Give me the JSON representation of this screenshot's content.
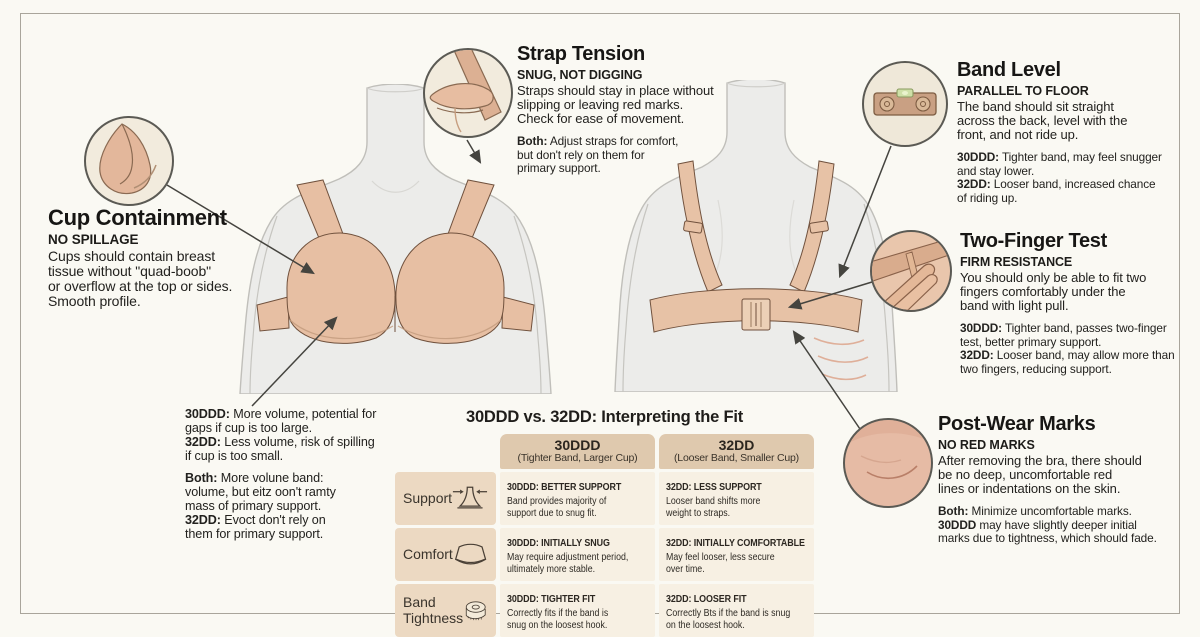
{
  "palette": {
    "background": "#faf9f3",
    "frame_border": "#a9a59b",
    "mannequin_body": "#ececea",
    "bra_tan": "#e7bfa3",
    "line_color": "#45443f",
    "table_header_bg": "#dfc9ae",
    "table_label_bg": "#ecd9c2",
    "table_cell_bg": "#f7f0e3",
    "mark_red": "#dda58c",
    "level_vial_green": "#cfe0a8"
  },
  "icons": {
    "cup_detail": "breast-cup-detail-icon",
    "strap_detail": "strap-pull-detail-icon",
    "band_level": "spirit-level-icon",
    "two_finger": "two-finger-band-icon",
    "skin_marks": "skin-marks-icon",
    "support": "inward-arrows-gore-icon",
    "comfort": "fabric-band-icon",
    "band_tightness": "measuring-tape-icon"
  },
  "callouts": {
    "cup_containment": {
      "title": "Cup Containment",
      "subtitle": "NO SPILLAGE",
      "body": "Cups should contain breast\ntissue without \"quad-boob\"\nor overflow at the top or sides.\nSmooth profile."
    },
    "strap_tension": {
      "title": "Strap Tension",
      "subtitle": "SNUG, NOT DIGGING",
      "body": "Straps should stay in place without\nslipping or leaving red marks.\nCheck for ease of movement.",
      "notes": [
        {
          "label": "Both:",
          "text": " Adjust straps for comfort,\nbut don't rely on them for\nprimary support."
        }
      ]
    },
    "band_level": {
      "title": "Band Level",
      "subtitle": "PARALLEL TO FLOOR",
      "body": "The band should sit straight\nacross the back, level with the\nfront, and not ride up.",
      "notes": [
        {
          "label": "30DDD:",
          "text": " Tighter band, may feel snugger\nand stay lower."
        },
        {
          "label": "32DD:",
          "text": " Looser band, increased chance\nof riding up."
        }
      ]
    },
    "two_finger_test": {
      "title": "Two-Finger Test",
      "subtitle": "FIRM RESISTANCE",
      "body": "You should only be able to fit two\nfingers comfortably under the\nband with light pull.",
      "notes": [
        {
          "label": "30DDD:",
          "text": " Tighter band, passes two-finger\ntest, better primary support."
        },
        {
          "label": "32DD:",
          "text": " Looser band, may allow more than\ntwo fingers, reducing support."
        }
      ]
    },
    "post_wear_marks": {
      "title": "Post-Wear Marks",
      "subtitle": "NO RED MARKS",
      "body": "After removing the bra, there should\nbe no deep, uncomfortable red\nlines or indentations on the skin.",
      "notes": [
        {
          "label": "Both:",
          "text": " Minimize uncomfortable marks."
        },
        {
          "label": "30DDD",
          "text": " may have slightly deeper initial\nmarks due to tightness, which should fade."
        }
      ]
    }
  },
  "volume_note": {
    "para1": [
      {
        "label": "30DDD:",
        "text": " More volume, potential for\ngaps if cup is too large."
      },
      {
        "label": "32DD:",
        "text": " Less volume, risk of spilling\nif cup is too small."
      }
    ],
    "para2": [
      {
        "label": "Both:",
        "text": " More volune band:\nvolume, but eitz oon't ramty\nmass of primary support."
      },
      {
        "label": "32DD:",
        "text": " Evoct don't rely on\nthem for primary support."
      }
    ]
  },
  "table": {
    "title": "30DDD vs. 32DD: Interpreting the Fit",
    "columns": [
      {
        "name": "30DDD",
        "sub": "(Tighter Band, Larger Cup)"
      },
      {
        "name": "32DD",
        "sub": "(Looser Band, Smaller Cup)"
      }
    ],
    "rows": [
      {
        "label": "Support",
        "cells": [
          {
            "head": "30DDD: BETTER SUPPORT",
            "body": "Band provides majority of\nsupport due to snug fit."
          },
          {
            "head": "32DD: LESS SUPPORT",
            "body": "Looser band shifts more\nweight to straps."
          }
        ]
      },
      {
        "label": "Comfort",
        "cells": [
          {
            "head": "30DDD: INITIALLY SNUG",
            "body": "May require adjustment period,\nultimately more stable."
          },
          {
            "head": "32DD: INITIALLY COMFORTABLE",
            "body": "May feel looser, less secure\nover time."
          }
        ]
      },
      {
        "label": "Band\nTightness",
        "cells": [
          {
            "head": "30DDD: TIGHTER FIT",
            "body": "Correctly fits if the band is\nsnug on the loosest hook."
          },
          {
            "head": "32DD: LOOSER FIT",
            "body": "Correctly Bts if the band is snug\non the loosest hook."
          }
        ]
      }
    ]
  }
}
